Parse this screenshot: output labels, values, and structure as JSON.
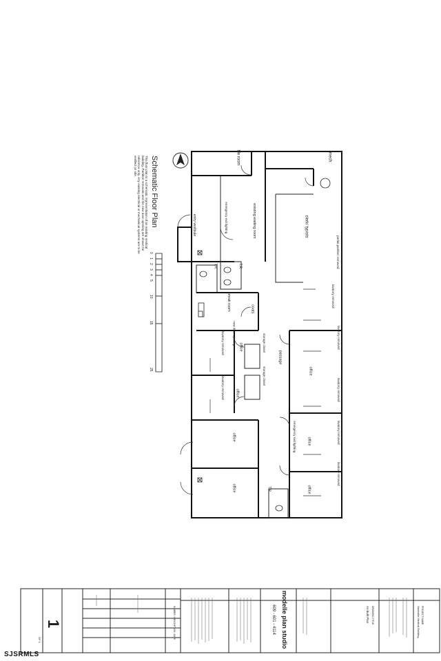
{
  "plan": {
    "title": "Schematic Floor Plan",
    "note": "This floor plan is a schematic representation of an existing medical building. Partition removals and the new door opening are shown for reference only. Any existing electrical or mechanical systems are to be verified on site.",
    "scale_ticks": [
      "0",
      "1",
      "2",
      "3",
      "4",
      "5",
      "10",
      "15",
      "25"
    ],
    "rooms": {
      "mech": "mech.",
      "clerk": "clerk/ typists",
      "file_room": "file room",
      "waiting": "existing waiting room",
      "vestibule": "entry vestibule",
      "tr1": "T.R.",
      "tr2": "T.R.",
      "tr3": "T.R.",
      "break_room": "break room",
      "coats": "coats",
      "storage1": "storage closet",
      "storage2": "storage closet",
      "passage": "passage",
      "office_big": "office",
      "office_left1": "office",
      "office_left2": "office",
      "office_left3": "office",
      "office_left4": "office",
      "office_right2": "office",
      "office_right3": "office"
    },
    "annotations": {
      "partial_partition": "partial partition removed",
      "lav1": "lavatory removed",
      "lav2": "lavatory removed",
      "lav3": "lavatory removed",
      "lav4": "lavatory removed",
      "lav5": "lavatory removed",
      "lav6": "lavatory removed",
      "lav7": "lavatory removed",
      "new_door": "new door opening",
      "emerg1": "emergency exit lighting",
      "emerg2": "emergency exit lighting"
    }
  },
  "title_block": {
    "firm_name": "modelle plan studio",
    "phone": "609 - 601 - 4114",
    "project_label": "PROJECT NAME",
    "project_name": "Nashville Medical Building",
    "drawing_title_label": "DRAWING TITLE",
    "drawing_title": "As-built Plan",
    "sheet_number": "1",
    "sheet_of": "OF 1",
    "revisions_header": "NUMBER / DESCRIPTION / DATE"
  },
  "watermark": "SJSRMLS"
}
